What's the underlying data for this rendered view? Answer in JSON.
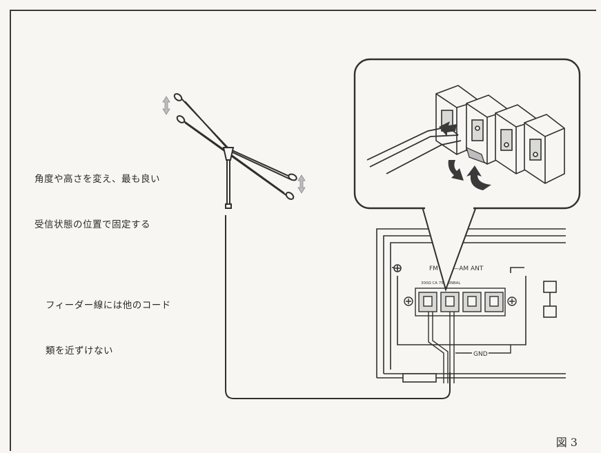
{
  "notes": {
    "antenna_line1": "角度や高さを変え、最も良い",
    "antenna_line2": "受信状態の位置で固定する",
    "feeder_line1": "フィーダー線には他のコード",
    "feeder_line2": "類を近ずけない"
  },
  "panel": {
    "header": "FM ANT—AM ANT",
    "spec": "300Ω  CA   75Ω UNBAL",
    "ground": "GND"
  },
  "figure_label": "図 3",
  "colors": {
    "line": "#2f2f2f",
    "paper": "#f7f6f2",
    "terminal": "#d9d9d6"
  }
}
